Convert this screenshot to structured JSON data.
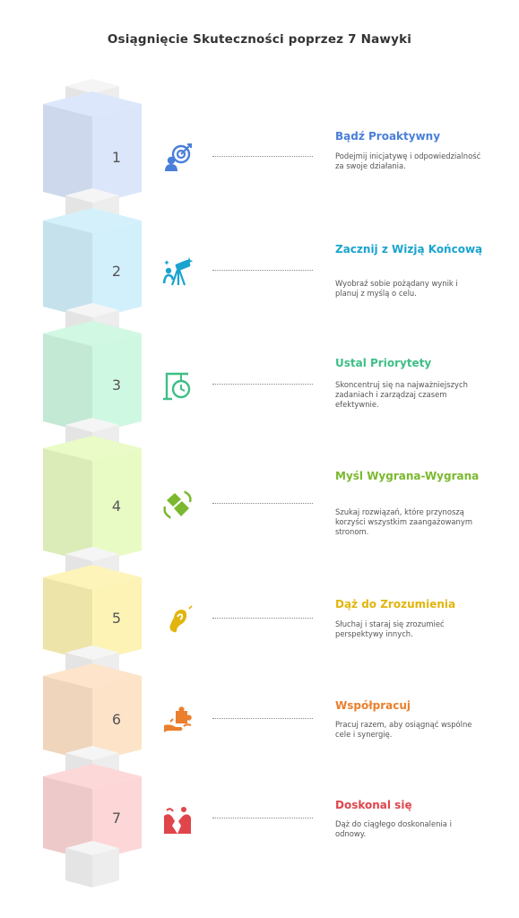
{
  "title": "Osiągnięcie Skuteczności poprzez 7 Nawyki",
  "steps": [
    {
      "number": "1",
      "title": "Bądź Proaktywny",
      "description": "Podejmij inicjatywę i odpowiedzialność za swoje działania.",
      "color": "#4a7fd9",
      "fill": "#dbe6fb",
      "icon": "target-icon"
    },
    {
      "number": "2",
      "title": "Zacznij z Wizją Końcową",
      "description": "Wyobraź sobie pożądany wynik i planuj z myślą o celu.",
      "color": "#1aa3cf",
      "fill": "#d2f0fb",
      "icon": "telescope-icon"
    },
    {
      "number": "3",
      "title": "Ustal Priorytety",
      "description": "Skoncentruj się na najważniejszych zadaniach i zarządzaj czasem efektywnie.",
      "color": "#3dbf86",
      "fill": "#cff8e2",
      "icon": "clock-sign-icon"
    },
    {
      "number": "4",
      "title": "Myśl Wygrana-Wygrana",
      "description": "Szukaj rozwiązań, które przynoszą korzyści wszystkim zaangażowanym stronom.",
      "color": "#7bb82f",
      "fill": "#e9fbc4",
      "icon": "handshake-icon"
    },
    {
      "number": "5",
      "title": "Dąż do Zrozumienia",
      "description": "Słuchaj i staraj się zrozumieć perspektywy innych.",
      "color": "#e2b50e",
      "fill": "#fcf3b5",
      "icon": "ear-icon"
    },
    {
      "number": "6",
      "title": "Współpracuj",
      "description": "Pracuj razem, aby osiągnąć wspólne cele i synergię.",
      "color": "#ea7f2d",
      "fill": "#fde3c8",
      "icon": "puzzle-hands-icon"
    },
    {
      "number": "7",
      "title": "Doskonal się",
      "description": "Dąż do ciągłego doskonalenia i odnowy.",
      "color": "#e0454b",
      "fill": "#fdd6d7",
      "icon": "growth-icon"
    }
  ]
}
